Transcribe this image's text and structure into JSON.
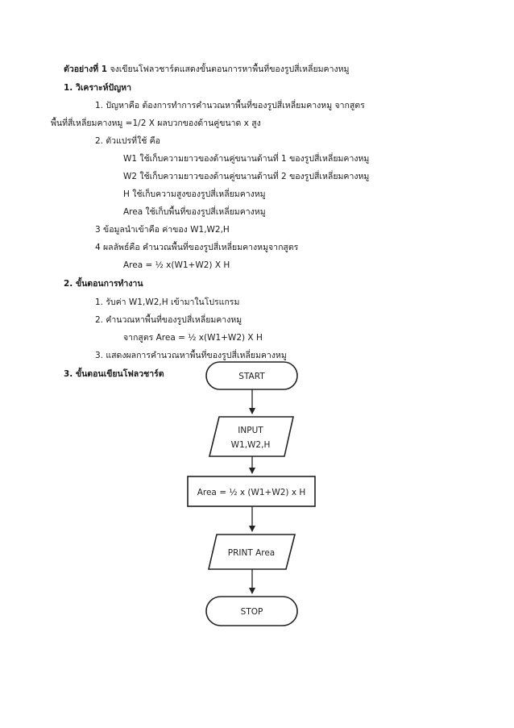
{
  "example": {
    "heading_label": "ตัวอย่างที่ 1",
    "heading_text": "จงเขียนโฟลวชาร์ตแสดงขั้นตอนการหาพื้นที่ของรูปสี่เหลี่ยมคางหมู"
  },
  "section1": {
    "title": "1. วิเคราะห์ปัญหา",
    "problem_line1": "1. ปัญหาคือ ต้องการทำการคำนวณหาพื้นที่ของรูปสี่เหลี่ยมคางหมู จากสูตร",
    "problem_line2": "พื้นที่สี่เหลี่ยมคางหมู =1/2 X ผลบวกของด้านคู่ขนาด x สูง",
    "variables_title": "2. ตัวแปรที่ใช้ คือ",
    "variables": [
      "W1 ใช้เก็บความยาวของด้านคู่ขนานด้านที่ 1 ของรูปสี่เหลี่ยมคางหมู",
      "W2 ใช้เก็บความยาวของด้านคู่ขนานด้านที่ 2 ของรูปสี่เหลี่ยมคางหมู",
      "H ใช้เก็บความสูงของรูปสี่เหลี่ยมคางหมู",
      "Area ใช้เก็บพื้นที่ของรูปสี่เหลี่ยมคางหมู"
    ],
    "input_line": "3 ข้อมูลนำเข้าคือ ค่าของ W1,W2,H",
    "output_line": "4 ผลลัพธ์คือ คำนวณพื้นที่ของรูปสี่เหลี่ยมคางหมูจากสูตร",
    "formula": "Area = ½ x(W1+W2) X H"
  },
  "section2": {
    "title": "2. ขั้นตอนการทำงาน",
    "steps": [
      "1. รับค่า W1,W2,H เข้ามาในโปรแกรม",
      "2. คำนวณหาพื้นที่ของรูปสี่เหลี่ยมคางหมู",
      "จากสูตร Area = ½ x(W1+W2) X H",
      "3. แสดงผลการคำนวณหาพื้นที่ของรูปสี่เหลี่ยมคางหมู"
    ]
  },
  "section3": {
    "title": "3. ขั้นตอนเขียนโฟลวชาร์ต"
  },
  "flowchart": {
    "start": "START",
    "input_line1": "INPUT",
    "input_line2": "W1,W2,H",
    "process": "Area = ½ x (W1+W2) x H",
    "output": "PRINT Area",
    "stop": "STOP"
  }
}
